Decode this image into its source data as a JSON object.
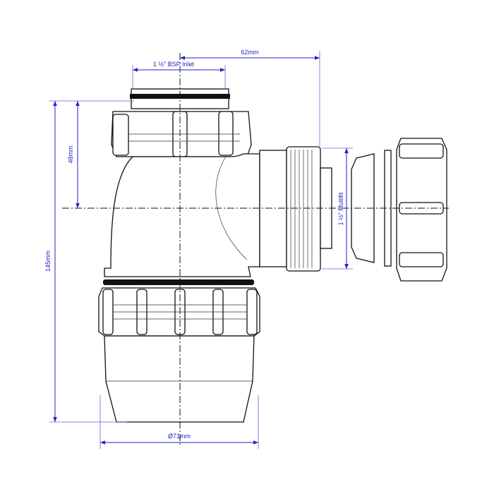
{
  "dimensions": {
    "offset": "62mm",
    "inlet": "1 ½\" BSP Inlet",
    "height_to_outlet": "48mm",
    "total_height": "145mm",
    "outlet": "1 ½\" Multifit",
    "diameter": "Ø71mm"
  },
  "colors": {
    "dimension": "#2222cc",
    "outline": "#111111"
  }
}
